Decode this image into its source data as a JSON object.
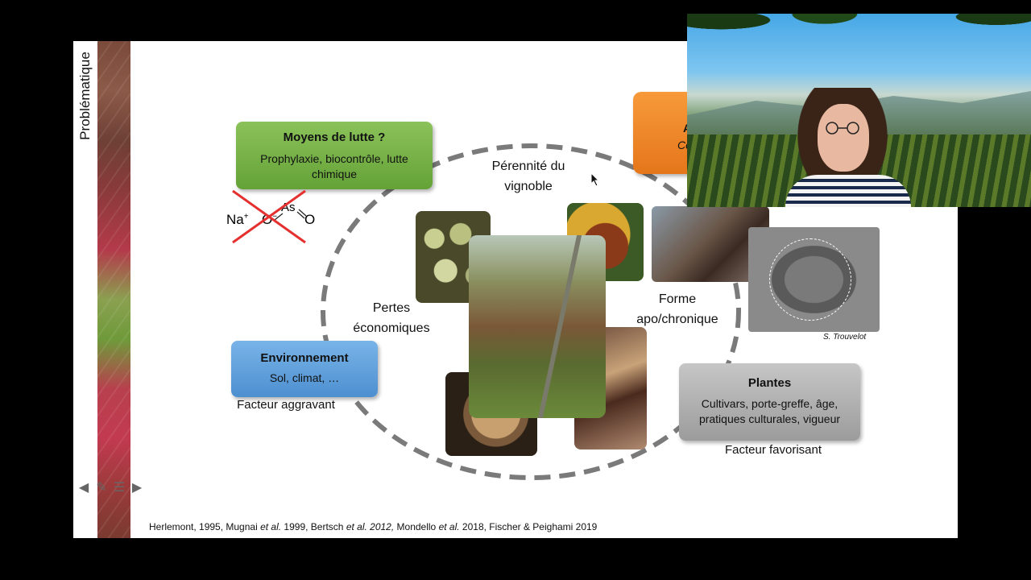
{
  "slide": {
    "side_label": "Problématique",
    "boxes": {
      "moyens": {
        "title": "Moyens de lutte ?",
        "text": "Prophylaxie, biocontrôle, lutte chimique"
      },
      "environnement": {
        "title": "Environnement",
        "text": "Sol, climat, …"
      },
      "plantes": {
        "title": "Plantes",
        "text": "Cultivars, porte-greffe, âge, pratiques culturales, vigueur"
      },
      "orange_fragment_1": "A",
      "orange_fragment_2": "Cc"
    },
    "labels": {
      "perennite_l1": "Pérennité du",
      "perennite_l2": "vignoble",
      "pertes_l1": "Pertes",
      "pertes_l2": "économiques",
      "forme_l1": "Forme",
      "forme_l2": "apo/chronique",
      "facteur_aggravant": "Facteur aggravant",
      "facteur_favorisant": "Facteur favorisant"
    },
    "formula": {
      "na": "Na",
      "na_sup": "+",
      "o1": "O",
      "o1_sup": "−",
      "as": "As",
      "o2": "O"
    },
    "image_credit": "S. Trouvelot",
    "references": {
      "p1": "Herlemont, 1995, Mugnai ",
      "p1_i": "et al.",
      "p2": " 1999, Bertsch ",
      "p2_i": "et al. 2012,",
      "p3": " Mondello ",
      "p3_i": "et al.",
      "p4": " 2018, Fischer & Peighami 2019"
    }
  },
  "nav": {
    "back_icon": "◀",
    "pen_icon": "✎",
    "menu_icon": "☰",
    "forward_icon": "▶"
  },
  "colors": {
    "green": "#64a236",
    "blue": "#4d8fd0",
    "gray": "#9c9c9c",
    "orange": "#e5761a",
    "cross": "#e53030"
  }
}
